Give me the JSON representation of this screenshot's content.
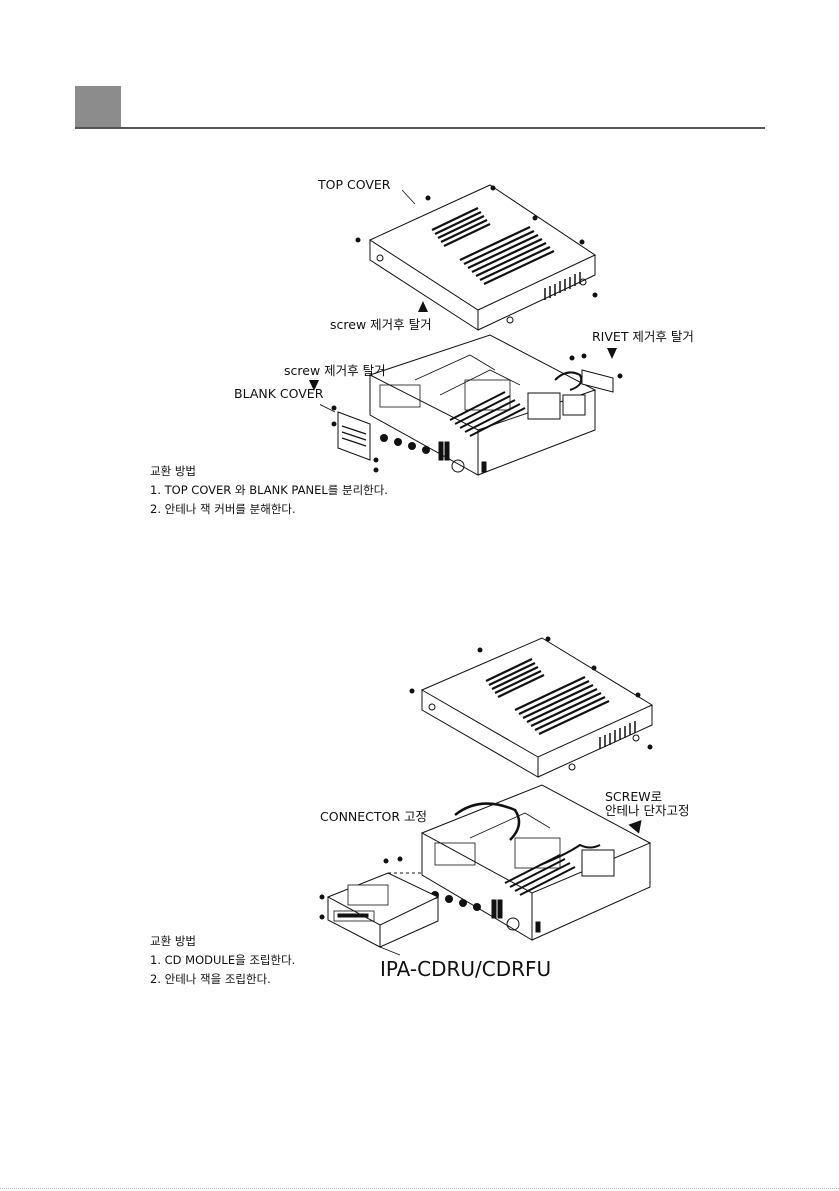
{
  "colors": {
    "header_block": "#8c8c8c",
    "rule": "#555555",
    "ink": "#111111"
  },
  "figure1": {
    "top_cover_label": "TOP COVER",
    "screw_remove_top": "screw  제거후 탈거",
    "rivet_remove": "RIVET 제거후 탈거",
    "screw_remove_blank": "screw  제거후 탈거",
    "blank_cover_label": "BLANK COVER",
    "steps_title": "교환 방법",
    "steps": [
      "1. TOP COVER 와 BLANK PANEL를 분리한다.",
      "2. 안테나 잭 커버를 분해한다."
    ]
  },
  "figure2": {
    "connector_label": "CONNECTOR 고정",
    "screw_label_line1": "SCREW로",
    "screw_label_line2": "안테나 단자고정",
    "model_label": "IPA-CDRU/CDRFU",
    "steps_title": "교환 방법",
    "steps": [
      "1. CD MODULE을 조립한다.",
      "2. 안테나 잭을 조립한다."
    ]
  }
}
